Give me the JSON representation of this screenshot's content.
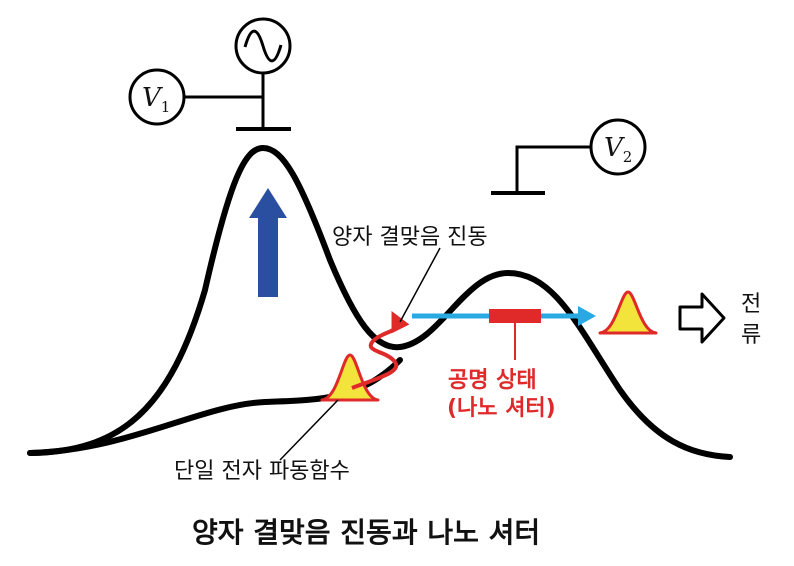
{
  "diagram": {
    "labels": {
      "v1_letter": "V",
      "v1_sub": "1",
      "v2_letter": "V",
      "v2_sub": "2",
      "quantum_vibration": "양자 결맞음 진동",
      "resonance_line1": "공명 상태",
      "resonance_line2": "(나노 셔터)",
      "single_electron": "단일 전자 파동함수",
      "current_char1": "전",
      "current_char2": "류",
      "caption": "양자 결맞음 진동과 나노 셔터"
    },
    "icons": {
      "ac_source": "sine-wave-icon",
      "up_arrow": "up-arrow-icon",
      "right_arrow": "outline-right-arrow-icon"
    },
    "colors": {
      "curve": "#000000",
      "up_arrow": "#2b4fa0",
      "transport_arrow": "#29a9e1",
      "resonance": "#e02a2a",
      "wave_packet_fill": "#f2e43a",
      "wave_packet_stroke": "#e02a2a",
      "vibration": "#e02a2a"
    }
  }
}
